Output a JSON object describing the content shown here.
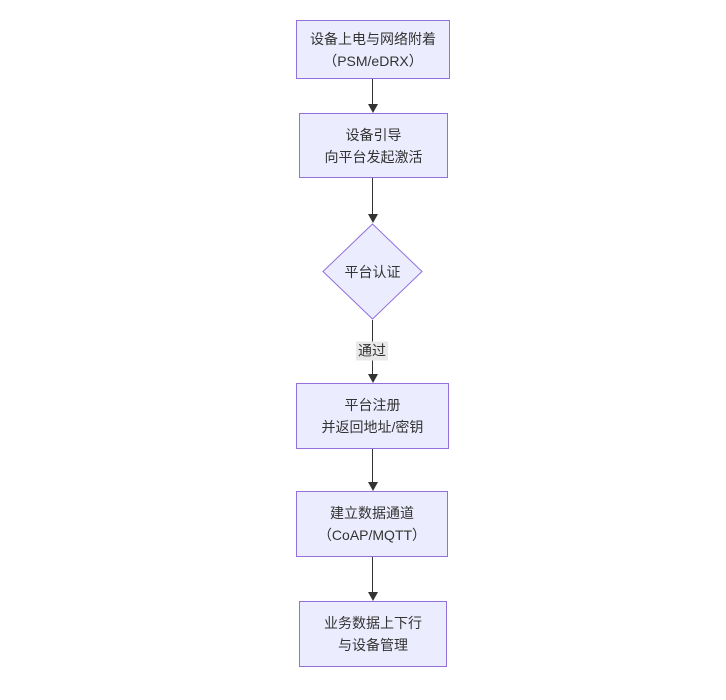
{
  "diagram": {
    "type": "flowchart",
    "direction": "top-down",
    "nodes": [
      {
        "id": "A",
        "shape": "rect",
        "lines": [
          "设备上电与网络附着",
          "（PSM/eDRX）"
        ]
      },
      {
        "id": "B",
        "shape": "rect",
        "lines": [
          "设备引导",
          "向平台发起激活"
        ]
      },
      {
        "id": "C",
        "shape": "diamond",
        "lines": [
          "平台认证"
        ]
      },
      {
        "id": "D",
        "shape": "rect",
        "lines": [
          "平台注册",
          "并返回地址/密钥"
        ]
      },
      {
        "id": "E",
        "shape": "rect",
        "lines": [
          "建立数据通道",
          "（CoAP/MQTT）"
        ]
      },
      {
        "id": "F",
        "shape": "rect",
        "lines": [
          "业务数据上下行",
          "与设备管理"
        ]
      }
    ],
    "edges": [
      {
        "from": "A",
        "to": "B",
        "label": ""
      },
      {
        "from": "B",
        "to": "C",
        "label": ""
      },
      {
        "from": "C",
        "to": "D",
        "label": "通过"
      },
      {
        "from": "D",
        "to": "E",
        "label": ""
      },
      {
        "from": "E",
        "to": "F",
        "label": ""
      }
    ],
    "colors": {
      "node_fill": "#ECECFF",
      "node_border": "#9370DB",
      "edge_line": "#333333",
      "edge_label_bg": "#e8e8e8",
      "text": "#333333",
      "background": "#ffffff"
    }
  }
}
